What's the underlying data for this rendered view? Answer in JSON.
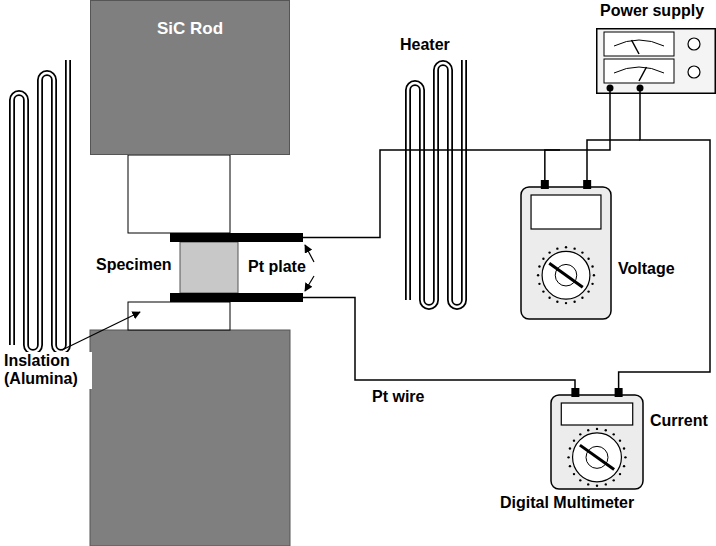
{
  "diagram": {
    "nodes": [
      {
        "text": [
          "SiC Rod"
        ]
      },
      {
        "text": [
          "Power supply"
        ]
      },
      {
        "text": [
          "Voltage"
        ]
      },
      {
        "text": [
          "Current",
          "Digital Multimeter"
        ]
      }
    ],
    "edges": [
      {
        "from": 1,
        "to": 2,
        "arrow": "none"
      },
      {
        "from": 1,
        "to": 3,
        "arrow": "none"
      }
    ],
    "labels": [
      "Heater",
      "Specimen",
      "Pt plate",
      "Inslation (Alumina)",
      "Pt wire"
    ]
  }
}
